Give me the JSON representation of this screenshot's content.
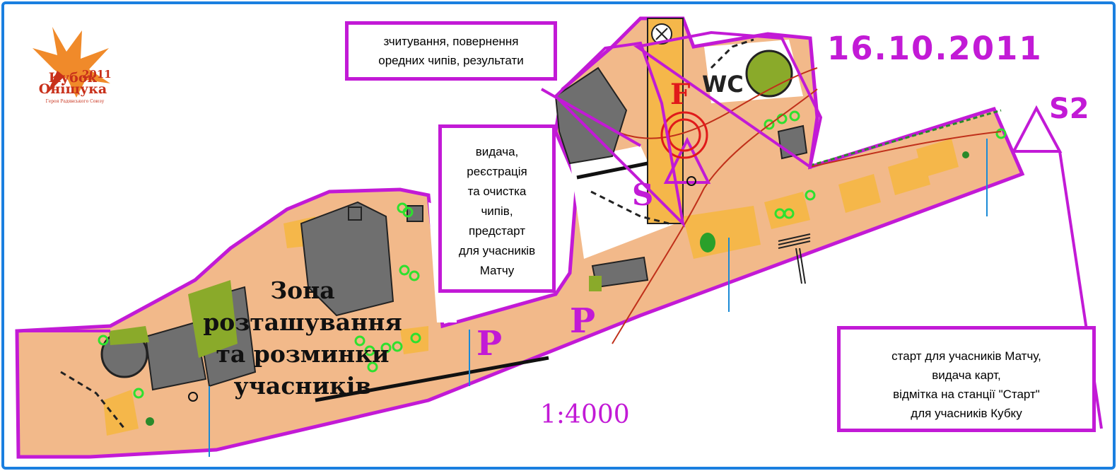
{
  "date": "16.10.2011",
  "scale": "1:4000",
  "logo": {
    "year": "2011",
    "title_line1": "Кубок",
    "title_line2": "Оніщука",
    "subtitle": "Героя Радянського Союзу"
  },
  "boxes": {
    "finish_info": {
      "lines": [
        "зчитування, повернення",
        "оредних чипів, результати"
      ]
    },
    "registration_info": {
      "lines": [
        "видача,",
        "реєстрація",
        "та очистка",
        "чипів,",
        "предстарт",
        "для учасників",
        "Матчу"
      ]
    },
    "start_info": {
      "lines": [
        "старт для учасників Матчу,",
        "видача карт,",
        "відмітка на станції \"Старт\"",
        "для учасників Кубку"
      ]
    }
  },
  "zone_label": {
    "lines": [
      "Зона",
      "розташування",
      "та розминки",
      "учасників"
    ]
  },
  "markers": {
    "start": "S",
    "start2": "S2",
    "finish": "F",
    "toilet": "WC",
    "parking": "P"
  },
  "colors": {
    "course": "#c21ad6",
    "paved": "#f2b98a",
    "open": "#f5b74a",
    "building": "#6f6f6f",
    "vegetation": "#8aaa2a",
    "frame": "#1a7fe0"
  },
  "icons": [
    "logo-leaf-icon",
    "start-triangle-icon",
    "finish-circle-icon",
    "parking-icon",
    "water-line-icon"
  ]
}
